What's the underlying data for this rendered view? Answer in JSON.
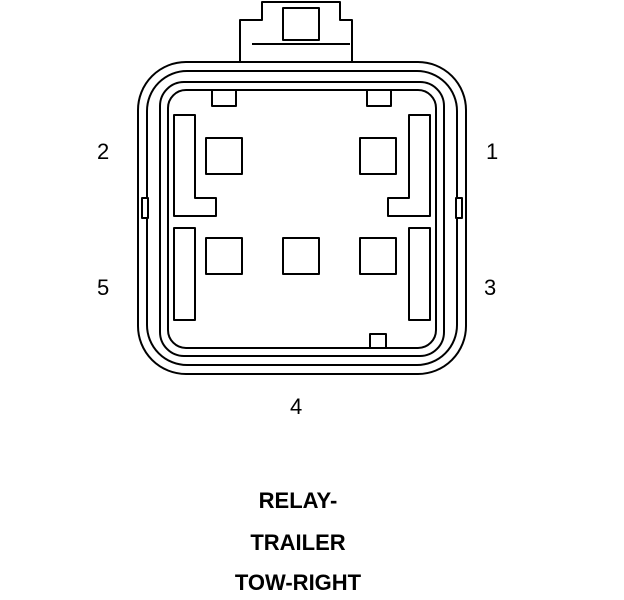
{
  "pins": [
    {
      "id": "pin-1",
      "label": "1"
    },
    {
      "id": "pin-2",
      "label": "2"
    },
    {
      "id": "pin-3",
      "label": "3"
    },
    {
      "id": "pin-4",
      "label": "4"
    },
    {
      "id": "pin-5",
      "label": "5"
    }
  ],
  "title": {
    "line1": "RELAY-",
    "line2": "TRAILER",
    "line3": "TOW-RIGHT"
  },
  "colors": {
    "stroke": "#000000",
    "background": "#ffffff"
  }
}
